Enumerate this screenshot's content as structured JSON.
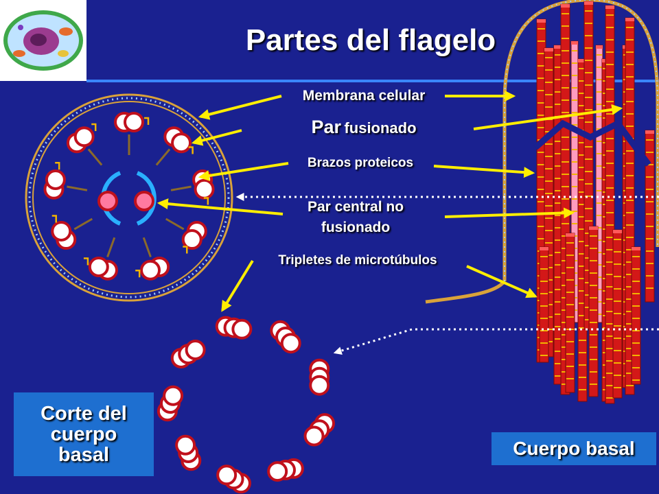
{
  "slide": {
    "title": "Partes del flagelo",
    "labels": {
      "membrane": "Membrana celular",
      "fused_pair_big": "Par",
      "fused_pair_small": "fusionado",
      "arms": "Brazos proteicos",
      "central_pair_line1": "Par central no",
      "central_pair_line2": "fusionado",
      "triplets": "Tripletes de microtúbulos"
    },
    "boxes": {
      "basal_cut_line1": "Corte del",
      "basal_cut_line2": "cuerpo",
      "basal_cut_line3": "basal",
      "basal_body": "Cuerpo basal"
    }
  },
  "colors": {
    "background": "#1a2190",
    "accent_line": "#3a86ff",
    "arrow": "#ffee00",
    "box": "#1e6fd0",
    "tubule_red": "#d31818",
    "tubule_tick": "#f2b400",
    "membrane": "#d9a23a"
  },
  "icons": {
    "thumbnail": "cell-illustration-icon"
  }
}
